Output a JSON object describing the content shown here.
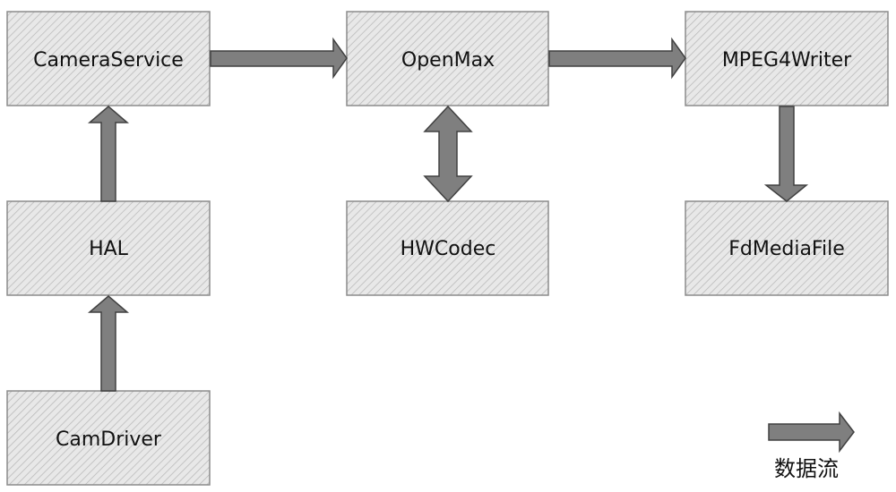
{
  "diagram": {
    "nodes": {
      "camera_service": "CameraService",
      "openmax": "OpenMax",
      "mpeg4writer": "MPEG4Writer",
      "hal": "HAL",
      "hwcodec": "HWCodec",
      "fdmediafile": "FdMediaFile",
      "camdriver": "CamDriver"
    },
    "legend": {
      "label": "数据流"
    }
  },
  "colors": {
    "box_fill": "#e6e6e6",
    "box_hatch": "#b0b0b0",
    "box_border": "#8c8c8c",
    "arrow_fill": "#7f7f7f",
    "arrow_stroke": "#404040"
  }
}
